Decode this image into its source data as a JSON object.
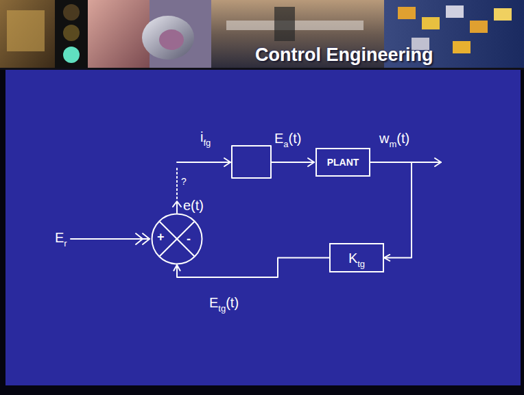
{
  "diagram": {
    "title": "Control Engineering",
    "nodes": [
      {
        "text": [
          "+",
          "-"
        ]
      },
      {
        "text": [
          "PLANT"
        ]
      },
      {
        "text": [
          "K",
          "tg"
        ]
      }
    ],
    "edges": [
      {
        "from": 1,
        "to": 2,
        "arrow": "to"
      },
      {
        "from": 2,
        "to": 0,
        "arrow": "to"
      }
    ],
    "labels": [
      "i",
      "fg",
      "E",
      "a",
      "(t)",
      "w",
      "m",
      "(t)",
      "E",
      "r",
      "e(t)",
      "?",
      "E",
      "tg",
      "(t)"
    ]
  }
}
